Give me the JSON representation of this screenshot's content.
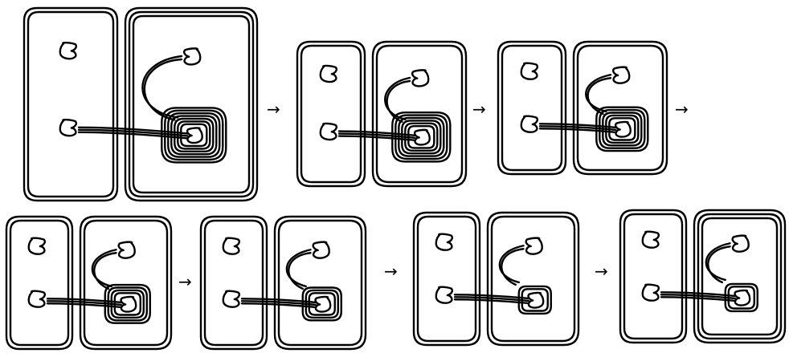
{
  "diagram": {
    "title": "",
    "stroke_color": "#000000",
    "background": "#ffffff",
    "rows": [
      {
        "steps": [
          {
            "id": "step-1",
            "coil_turns": 7,
            "outer_bands": 3
          },
          {
            "id": "step-2",
            "coil_turns": 6,
            "outer_bands": 2
          },
          {
            "id": "step-3",
            "coil_turns": 5,
            "outer_bands": 2
          }
        ],
        "arrows": [
          "→",
          "→",
          "→"
        ]
      },
      {
        "steps": [
          {
            "id": "step-4",
            "coil_turns": 4,
            "outer_bands": 2
          },
          {
            "id": "step-5",
            "coil_turns": 3,
            "outer_bands": 2
          },
          {
            "id": "step-6",
            "coil_turns": 2,
            "outer_bands": 2
          },
          {
            "id": "step-7",
            "coil_turns": 2,
            "outer_bands": 3
          }
        ],
        "arrows": [
          "→",
          "→",
          "→"
        ]
      }
    ],
    "icons": {
      "hole": "kidney-shaped-hole-icon",
      "arrow": "right-arrow-icon"
    }
  }
}
